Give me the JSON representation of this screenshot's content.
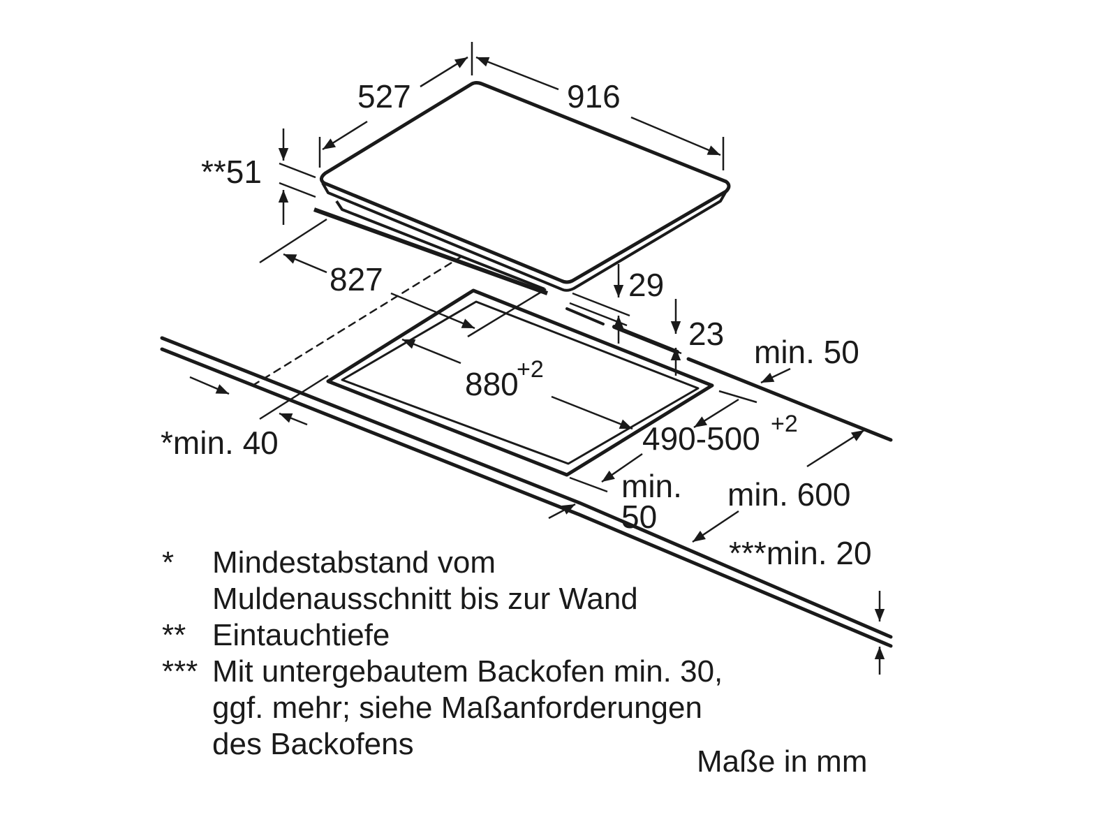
{
  "dimensions": {
    "depth": "527",
    "width": "916",
    "immersion_depth": "**51",
    "bottom_width": "827",
    "right_height": "29",
    "bottom_offset": "23",
    "cutout_width": "880",
    "cutout_width_tolerance": "+2",
    "cutout_depth": "490-500",
    "cutout_depth_tolerance": "+2",
    "min_right": "min. 50",
    "min_wall": "*min. 40",
    "min_front_line1": "min.",
    "min_front_line2": "50",
    "min_countertop_depth": "min. 600",
    "min_thickness": "***min. 20"
  },
  "legend": [
    {
      "mark": "*",
      "lines": [
        "Mindestabstand vom",
        "Muldenausschnitt bis zur Wand"
      ]
    },
    {
      "mark": "**",
      "lines": [
        "Eintauchtiefe"
      ]
    },
    {
      "mark": "***",
      "lines": [
        "Mit untergebautem Backofen min. 30,",
        "ggf. mehr; siehe Maßanforderungen",
        "des Backofens"
      ]
    }
  ],
  "units_note": "Maße in mm"
}
